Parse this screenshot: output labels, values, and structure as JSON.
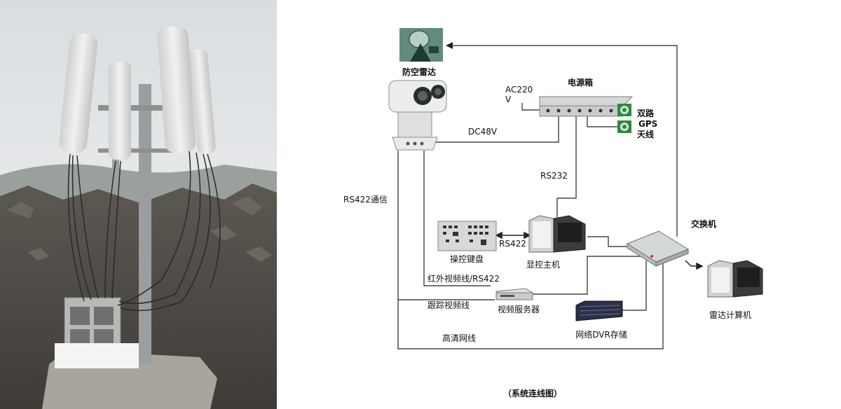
{
  "diagram": {
    "caption": "（系统连线图）",
    "nodes": {
      "radar": "防空雷达",
      "power_box": "电源箱",
      "gps_antenna": [
        "双路",
        "GPS",
        "天线"
      ],
      "switch": "交换机",
      "keyboard": "操控键盘",
      "display_host": "显控主机",
      "video_server": "视频服务器",
      "dvr": "网络DVR存储",
      "radar_computer": "雷达计算机"
    },
    "links": {
      "ac_line1": "AC220",
      "ac_line2": "V",
      "dc48v": "DC48V",
      "rs232": "RS232",
      "rs422_comm": "RS422通信",
      "rs422_kb": "RS422",
      "ir_video": "红外视频线/RS422",
      "tracking_video": "跟踪视频线",
      "hd_network": "高清网线"
    }
  },
  "colors": {
    "sky": "#dfe3e6",
    "ground": "#4e4a45",
    "antenna": "#e8e9e7",
    "radar_green": "#3d6b5a",
    "gps_green": "#2f8a3c"
  }
}
